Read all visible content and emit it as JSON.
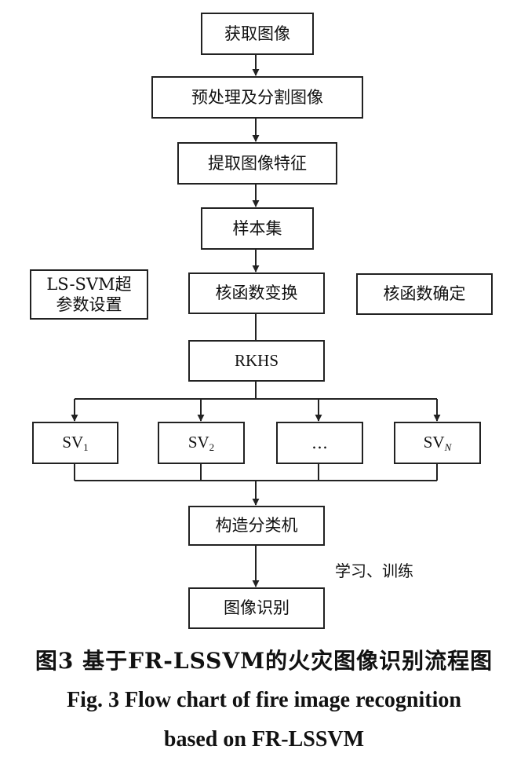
{
  "flow": {
    "acquire": "获取图像",
    "preprocess": "预处理及分割图像",
    "extract": "提取图像特征",
    "sample": "样本集",
    "hyper_line1": "LS-SVM超",
    "hyper_line2": "参数设置",
    "kernel_transform": "核函数变换",
    "kernel_determine": "核函数确定",
    "rkhs": "RKHS",
    "sv_prefix": "SV",
    "sv1_sub": "1",
    "sv2_sub": "2",
    "svdots": "…",
    "svn_sub": "N",
    "construct": "构造分类机",
    "learn_train": "学习、训练",
    "recognize": "图像识别"
  },
  "caption": {
    "cn": "图3  基于FR-LSSVM的火灾图像识别流程图",
    "en_line1": "Fig. 3  Flow chart of fire image recognition",
    "en_line2": "based on FR-LSSVM"
  }
}
